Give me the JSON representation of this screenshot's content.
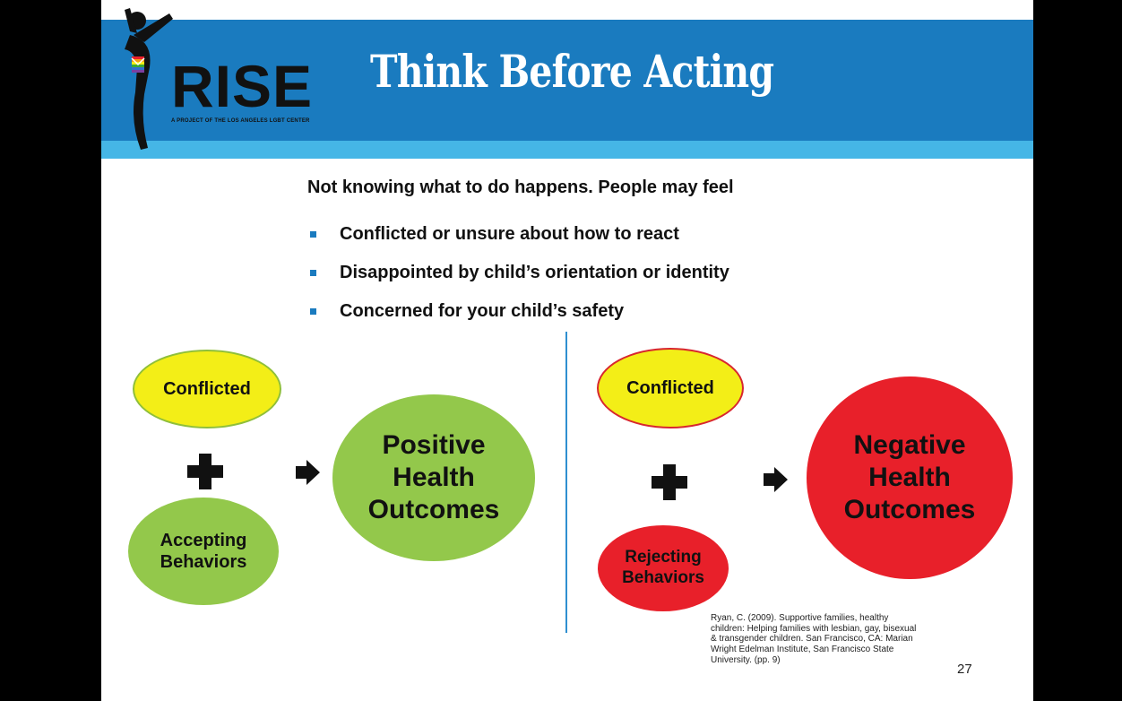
{
  "slide": {
    "title": "Think Before Acting",
    "logo": {
      "name": "RISE",
      "tagline": "A PROJECT OF THE LOS ANGELES LGBT CENTER"
    },
    "intro": "Not knowing what to do happens. People may feel",
    "bullets": [
      "Conflicted or unsure about how to react",
      "Disappointed by child’s orientation or identity",
      "Concerned for your child’s safety"
    ],
    "left_diagram": {
      "top_oval": "Conflicted",
      "bottom_oval_line1": "Accepting",
      "bottom_oval_line2": "Behaviors",
      "result_line1": "Positive",
      "result_line2": "Health",
      "result_line3": "Outcomes"
    },
    "right_diagram": {
      "top_oval": "Conflicted",
      "bottom_oval_line1": "Rejecting",
      "bottom_oval_line2": "Behaviors",
      "result_line1": "Negative",
      "result_line2": "Health",
      "result_line3": "Outcomes"
    },
    "citation": "Ryan, C. (2009). Supportive families, healthy children: Helping families with lesbian, gay, bisexual & transgender children. San Francisco, CA: Marian Wright Edelman Institute, San Francisco State University. (pp. 9)",
    "page_number": "27"
  },
  "colors": {
    "header_blue": "#1a7bbf",
    "header_stripe": "#45b6e6",
    "yellow": "#f3ee17",
    "green": "#93c84b",
    "red": "#e8202a"
  },
  "icons": [
    "rise-figure-logo",
    "plus-icon",
    "arrow-right-icon"
  ]
}
